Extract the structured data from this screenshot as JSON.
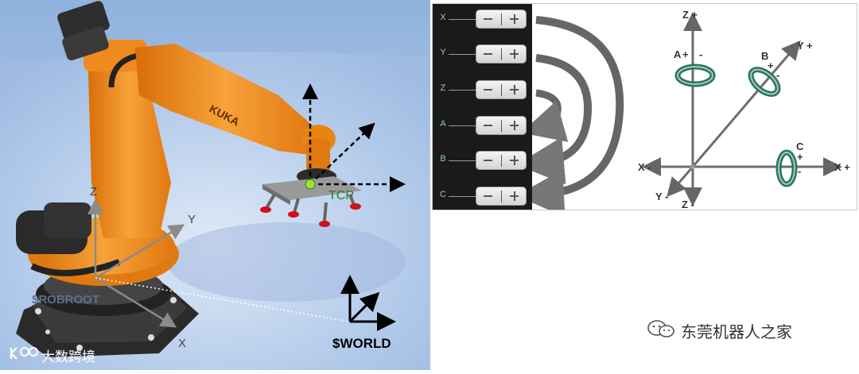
{
  "robot_scene": {
    "robot_brand": "KUKA",
    "tcp_label": "TCP",
    "base_label": "$ROBROOT",
    "world_label": "$WORLD",
    "axis_x": "X",
    "axis_y": "Y",
    "axis_z": "Z",
    "brand_text": "大数跨境"
  },
  "jog_panel": {
    "axes": [
      "X",
      "Y",
      "Z",
      "A",
      "B",
      "C"
    ],
    "minus_symbol": "−",
    "plus_symbol": "+"
  },
  "coord_diagram": {
    "z_plus": "Z +",
    "z_minus": "Z -",
    "y_plus": "Y +",
    "y_minus": "Y -",
    "x_plus": "X +",
    "x_minus": "X -",
    "a_label": "A",
    "b_label": "B",
    "c_label": "C",
    "plus": "+",
    "minus": "-"
  },
  "watermark": {
    "text": "东莞机器人之家"
  },
  "colors": {
    "robot_orange": "#f08a1c",
    "rotation_green": "#1f7a5e",
    "axis_gray": "#6e6e6e"
  }
}
